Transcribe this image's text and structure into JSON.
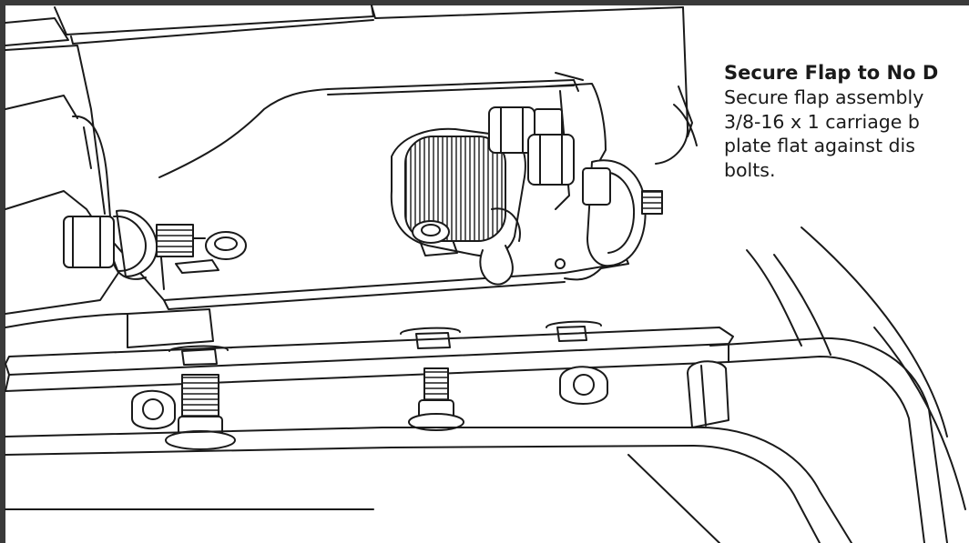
{
  "callout": {
    "title": "Secure Flap to No D",
    "body_lines": [
      "Secure flap assembly",
      "3/8-16  x 1 carriage b",
      "plate flat against dis",
      "bolts."
    ]
  },
  "colors": {
    "line": "#1a1a1a",
    "background": "#ffffff",
    "frame": "#3a3a3a"
  }
}
